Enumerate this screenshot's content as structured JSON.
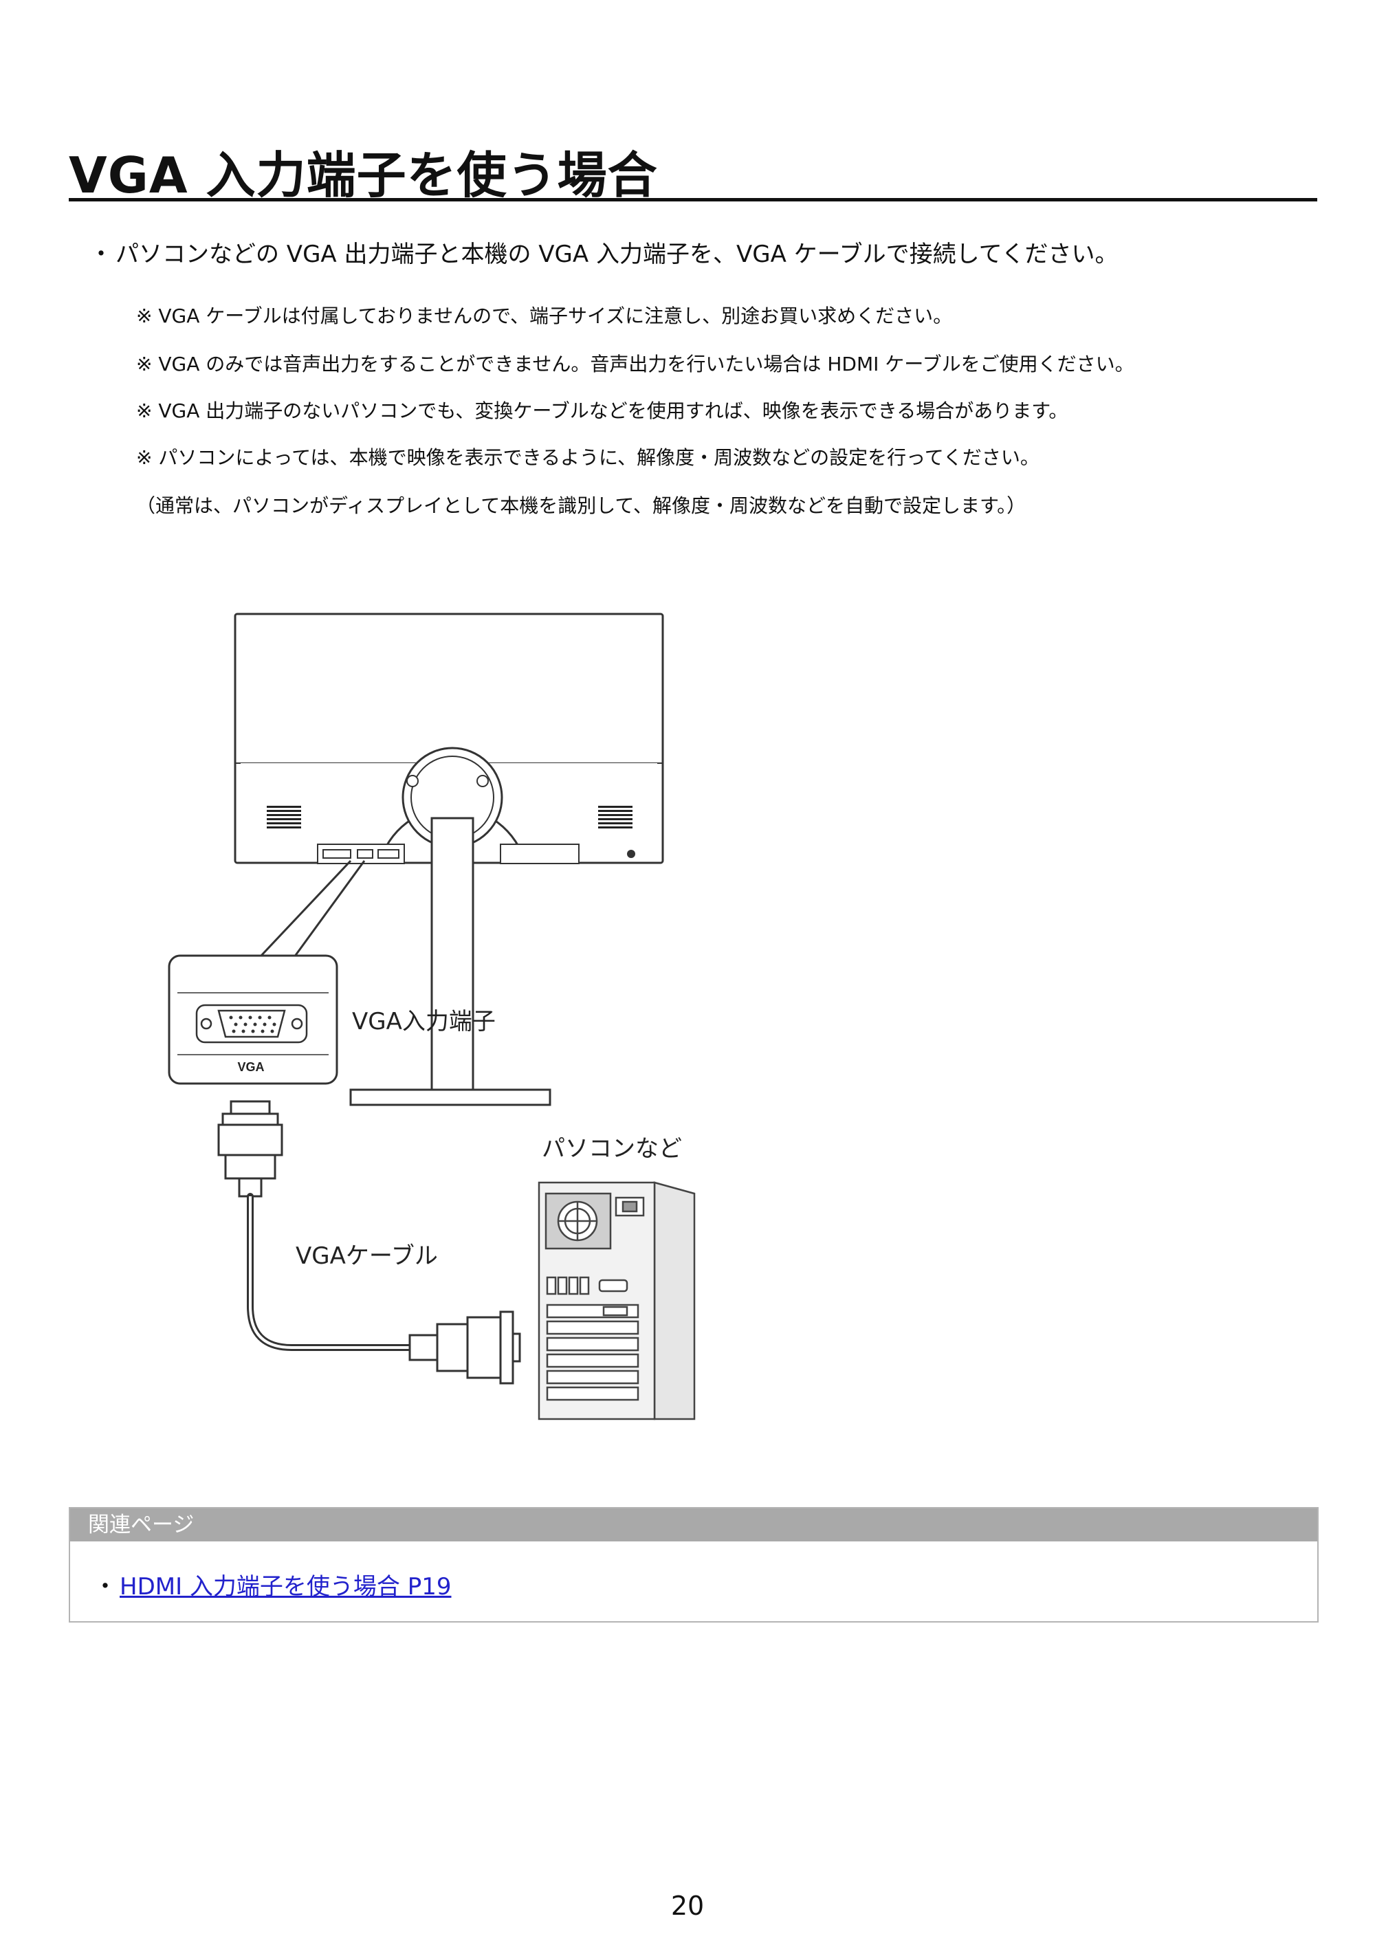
{
  "page": {
    "title": "VGA 入力端子を使う場合",
    "bullet_symbol": "・",
    "main_bullet": "パソコンなどの VGA 出力端子と本機の VGA 入力端子を、VGA ケーブルで接続してください。",
    "notes": [
      "※ VGA ケーブルは付属しておりませんので、端子サイズに注意し、別途お買い求めください。",
      "※ VGA のみでは音声出力をすることができません。音声出力を行いたい場合は HDMI ケーブルをご使用ください。",
      "※ VGA 出力端子のないパソコンでも、変換ケーブルなどを使用すれば、映像を表示できる場合があります。",
      "※ パソコンによっては、本機で映像を表示できるように、解像度・周波数などの設定を行ってください。",
      "（通常は、パソコンがディスプレイとして本機を識別して、解像度・周波数などを自動で設定します。）"
    ],
    "page_number": "20"
  },
  "diagram": {
    "port_text": "VGA",
    "label_port": "VGA入力端子",
    "label_pc": "パソコンなど",
    "label_cable": "VGAケーブル"
  },
  "related": {
    "header": "関連ページ",
    "links": [
      {
        "label": "HDMI 入力端子を使う場合 P19"
      }
    ]
  }
}
